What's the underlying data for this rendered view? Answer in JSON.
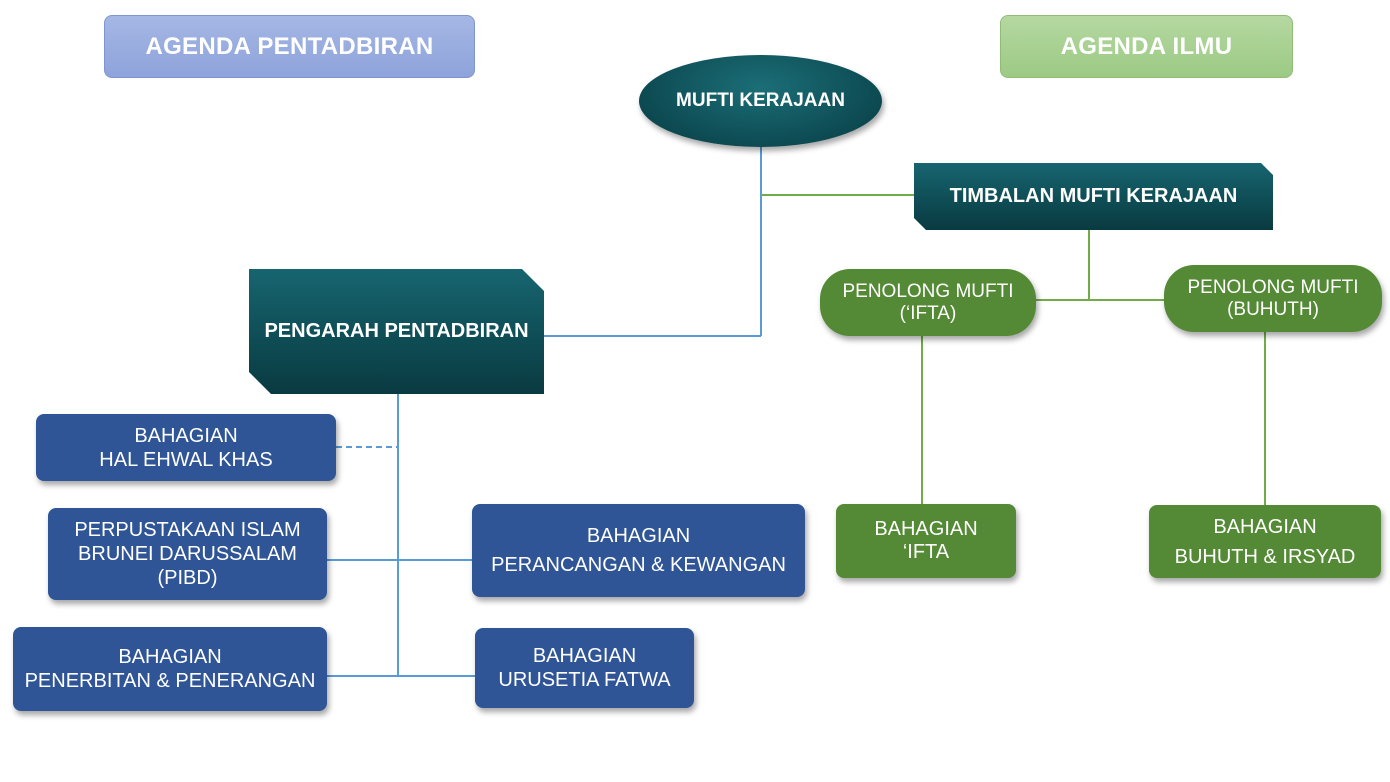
{
  "headers": {
    "admin": "AGENDA PENTADBIRAN",
    "ilmu": "AGENDA ILMU"
  },
  "nodes": {
    "mufti": "MUFTI KERAJAAN",
    "timbalan": "TIMBALAN MUFTI KERAJAAN",
    "pengarah": "PENGARAH PENTADBIRAN",
    "penolong_ifta": [
      "PENOLONG MUFTI",
      "(‘IFTA)"
    ],
    "penolong_buhuth": [
      "PENOLONG MUFTI",
      "(BUHUTH)"
    ],
    "bahagian_ifta": [
      "BAHAGIAN",
      "‘IFTA"
    ],
    "bahagian_buhuth": [
      "BAHAGIAN",
      "BUHUTH & IRSYAD"
    ],
    "hal_ehwal": [
      "BAHAGIAN",
      "HAL EHWAL KHAS"
    ],
    "pibd": [
      "PERPUSTAKAAN ISLAM",
      "BRUNEI DARUSSALAM",
      "(PIBD)"
    ],
    "perancangan": [
      "BAHAGIAN",
      "PERANCANGAN & KEWANGAN"
    ],
    "penerbitan": [
      "BAHAGIAN",
      "PENERBITAN & PENERANGAN"
    ],
    "urusetia": [
      "BAHAGIAN",
      "URUSETIA FATWA"
    ]
  },
  "colors": {
    "admin_line": "#5b9bd5",
    "ilmu_line": "#70ad47",
    "teal_dark": "#0e4b53",
    "blue_box": "#2f5597",
    "green_box": "#548a35"
  }
}
